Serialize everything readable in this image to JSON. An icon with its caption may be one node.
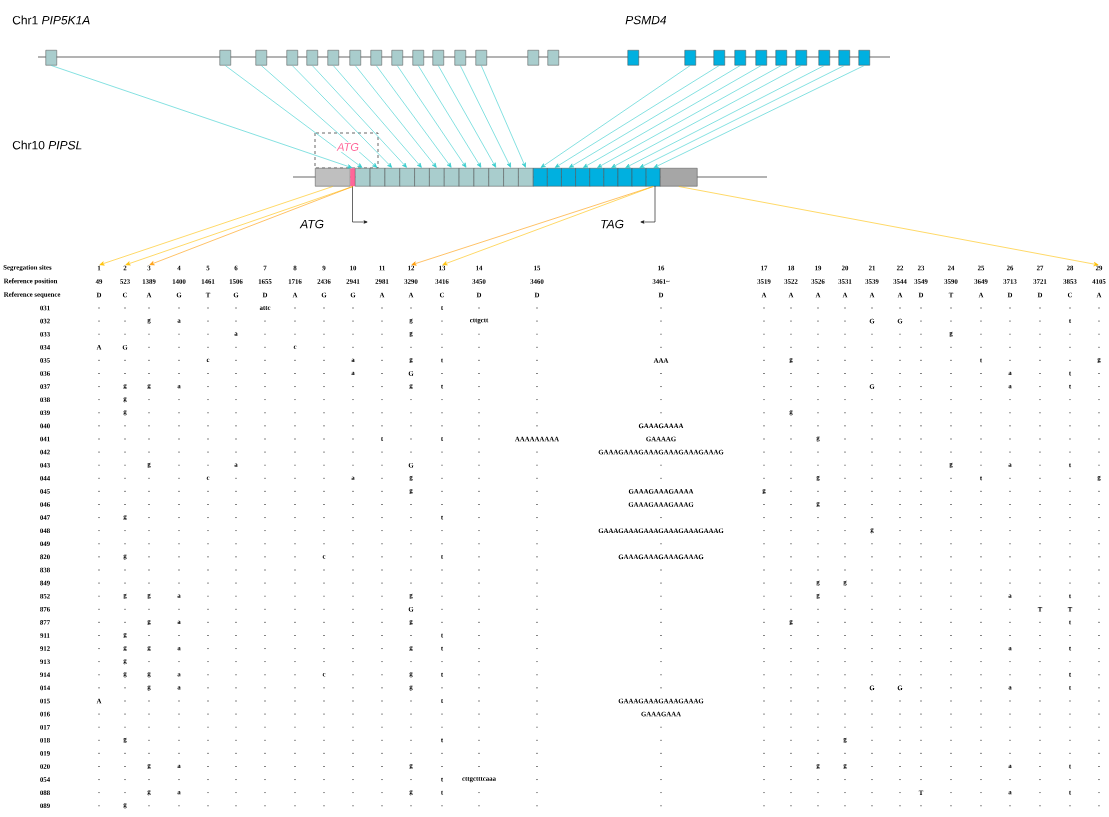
{
  "diagram": {
    "nodes": [
      {
        "text": [],
        "shape": "box"
      },
      {
        "text": [],
        "shape": "box"
      },
      {
        "text": [],
        "shape": "box"
      },
      {
        "text": [],
        "shape": "box"
      },
      {
        "text": [],
        "shape": "box"
      },
      {
        "text": [],
        "shape": "box"
      },
      {
        "text": [],
        "shape": "box"
      },
      {
        "text": [],
        "shape": "box"
      },
      {
        "text": [],
        "shape": "box"
      },
      {
        "text": [],
        "shape": "box"
      },
      {
        "text": [],
        "shape": "box"
      },
      {
        "text": [],
        "shape": "box"
      },
      {
        "text": [],
        "shape": "box"
      },
      {
        "text": [],
        "shape": "box"
      },
      {
        "text": [],
        "shape": "box"
      },
      {
        "text": [],
        "shape": "box"
      },
      {
        "text": [],
        "shape": "box"
      },
      {
        "text": [],
        "shape": "box"
      },
      {
        "text": [],
        "shape": "box"
      },
      {
        "text": [],
        "shape": "box"
      },
      {
        "text": [],
        "shape": "box"
      },
      {
        "text": [],
        "shape": "box"
      },
      {
        "text": [],
        "shape": "box"
      },
      {
        "text": [],
        "shape": "box"
      },
      {
        "text": [],
        "shape": "box"
      },
      {
        "text": [],
        "shape": "box"
      },
      {
        "text": [],
        "shape": "bar"
      },
      {
        "text": [],
        "shape": "box"
      },
      {
        "text": [],
        "shape": "box"
      },
      {
        "text": [],
        "shape": "box"
      },
      {
        "text": [],
        "shape": "box"
      },
      {
        "text": [],
        "shape": "box"
      },
      {
        "text": [],
        "shape": "box"
      },
      {
        "text": [],
        "shape": "box"
      },
      {
        "text": [],
        "shape": "box"
      },
      {
        "text": [],
        "shape": "box"
      },
      {
        "text": [],
        "shape": "box"
      },
      {
        "text": [],
        "shape": "box"
      },
      {
        "text": [],
        "shape": "box"
      },
      {
        "text": [],
        "shape": "box"
      },
      {
        "text": [],
        "shape": "box"
      },
      {
        "text": [],
        "shape": "box"
      },
      {
        "text": [],
        "shape": "box"
      },
      {
        "text": [],
        "shape": "box"
      },
      {
        "text": [],
        "shape": "box"
      },
      {
        "text": [],
        "shape": "box"
      },
      {
        "text": [],
        "shape": "box"
      },
      {
        "text": [],
        "shape": "box"
      },
      {
        "text": [],
        "shape": "box"
      },
      {
        "text": [
          "1"
        ]
      },
      {
        "text": [
          "2"
        ]
      },
      {
        "text": [
          "3"
        ]
      },
      {
        "text": [
          "4"
        ]
      },
      {
        "text": [
          "5"
        ]
      },
      {
        "text": [
          "6"
        ]
      },
      {
        "text": [
          "7"
        ]
      },
      {
        "text": [
          "8"
        ]
      },
      {
        "text": [
          "9"
        ]
      },
      {
        "text": [
          "10"
        ]
      },
      {
        "text": [
          "11"
        ]
      },
      {
        "text": [
          "12"
        ]
      },
      {
        "text": [
          "13"
        ]
      },
      {
        "text": [
          "14"
        ]
      },
      {
        "text": [
          "15"
        ]
      },
      {
        "text": [
          "16"
        ]
      },
      {
        "text": [
          "17"
        ]
      },
      {
        "text": [
          "18"
        ]
      },
      {
        "text": [
          "19"
        ]
      },
      {
        "text": [
          "20"
        ]
      },
      {
        "text": [
          "21"
        ]
      },
      {
        "text": [
          "22"
        ]
      },
      {
        "text": [
          "23"
        ]
      },
      {
        "text": [
          "24"
        ]
      },
      {
        "text": [
          "25"
        ]
      },
      {
        "text": [
          "26"
        ]
      },
      {
        "text": [
          "27"
        ]
      },
      {
        "text": [
          "28"
        ]
      },
      {
        "text": [
          "29"
        ]
      }
    ],
    "edges": [
      {
        "from": 0,
        "to": 26,
        "arrow": "to"
      },
      {
        "from": 1,
        "to": 27,
        "arrow": "to"
      },
      {
        "from": 2,
        "to": 28,
        "arrow": "to"
      },
      {
        "from": 3,
        "to": 29,
        "arrow": "to"
      },
      {
        "from": 4,
        "to": 30,
        "arrow": "to"
      },
      {
        "from": 5,
        "to": 31,
        "arrow": "to"
      },
      {
        "from": 6,
        "to": 32,
        "arrow": "to"
      },
      {
        "from": 7,
        "to": 33,
        "arrow": "to"
      },
      {
        "from": 8,
        "to": 34,
        "arrow": "to"
      },
      {
        "from": 9,
        "to": 35,
        "arrow": "to"
      },
      {
        "from": 10,
        "to": 36,
        "arrow": "to"
      },
      {
        "from": 11,
        "to": 37,
        "arrow": "to"
      },
      {
        "from": 12,
        "to": 38,
        "arrow": "to"
      },
      {
        "from": 16,
        "to": 39,
        "arrow": "to"
      },
      {
        "from": 17,
        "to": 40,
        "arrow": "to"
      },
      {
        "from": 18,
        "to": 41,
        "arrow": "to"
      },
      {
        "from": 19,
        "to": 42,
        "arrow": "to"
      },
      {
        "from": 20,
        "to": 43,
        "arrow": "to"
      },
      {
        "from": 21,
        "to": 44,
        "arrow": "to"
      },
      {
        "from": 22,
        "to": 45,
        "arrow": "to"
      },
      {
        "from": 23,
        "to": 46,
        "arrow": "to"
      },
      {
        "from": 24,
        "to": 47,
        "arrow": "to"
      },
      {
        "from": 25,
        "to": 49,
        "arrow": "to",
        "color": "#ffc000"
      },
      {
        "from": 26,
        "to": 50,
        "arrow": "to",
        "color": "#ffc000"
      },
      {
        "from": 26,
        "to": 51,
        "arrow": "to",
        "color": "#ff9900"
      },
      {
        "from": 47,
        "to": 60,
        "arrow": "to",
        "color": "#ff9900"
      },
      {
        "from": 47,
        "to": 61,
        "arrow": "to",
        "color": "#ffc000"
      },
      {
        "from": 48,
        "to": 77,
        "arrow": "to",
        "color": "#ffc000"
      }
    ],
    "labels": [
      "Chr1 *PIP5K1A*",
      "PSMD4",
      "Chr10 *PIPSL*",
      "ATG",
      "ATG",
      "TAG",
      "Segregation sites",
      "Reference position",
      "49",
      "523",
      "1389",
      "1400",
      "1461",
      "1506",
      "1655",
      "1716",
      "2436",
      "2941",
      "2981",
      "3290",
      "3416",
      "3450",
      "3460",
      "3461~",
      "3519",
      "3522",
      "3526",
      "3531",
      "3539",
      "3544",
      "3549",
      "3590",
      "3649",
      "3713",
      "3721",
      "3853",
      "4105",
      "Reference sequence",
      "D",
      "C",
      "A",
      "G",
      "T",
      "G",
      "D",
      "A",
      "G",
      "G",
      "A",
      "A",
      "C",
      "D",
      "D",
      "D",
      "A",
      "A",
      "A",
      "A",
      "A",
      "A",
      "D",
      "T",
      "A",
      "D",
      "D",
      "C",
      "A",
      "031",
      ".",
      ".",
      ".",
      ".",
      ".",
      ".",
      "attc",
      ".",
      ".",
      ".",
      ".",
      ".",
      "t",
      ".",
      ".",
      ".",
      ".",
      ".",
      ".",
      ".",
      ".",
      ".",
      ".",
      ".",
      ".",
      ".",
      ".",
      ".",
      ".",
      "032",
      ".",
      ".",
      "g",
      "a",
      ".",
      ".",
      ".",
      ".",
      ".",
      ".",
      ".",
      "g",
      ".",
      "cttgctt",
      ".",
      ".",
      ".",
      ".",
      ".",
      ".",
      "G",
      "G",
      ".",
      ".",
      ".",
      ".",
      ".",
      "t",
      ".",
      "033",
      ".",
      ".",
      ".",
      ".",
      ".",
      "a",
      ".",
      ".",
      ".",
      ".",
      ".",
      "g",
      ".",
      ".",
      ".",
      ".",
      ".",
      ".",
      ".",
      ".",
      ".",
      ".",
      ".",
      "g",
      ".",
      ".",
      ".",
      ".",
      ".",
      "034",
      "A",
      "G",
      ".",
      ".",
      ".",
      ".",
      ".",
      "c",
      ".",
      ".",
      ".",
      ".",
      ".",
      ".",
      ".",
      ".",
      ".",
      ".",
      ".",
      ".",
      ".",
      ".",
      ".",
      ".",
      ".",
      ".",
      ".",
      ".",
      ".",
      "035",
      ".",
      ".",
      ".",
      ".",
      "c",
      ".",
      ".",
      ".",
      ".",
      "a",
      ".",
      "g",
      "t",
      ".",
      ".",
      "AAA",
      ".",
      "g",
      ".",
      ".",
      ".",
      ".",
      ".",
      ".",
      "t",
      ".",
      ".",
      ".",
      "g",
      "036",
      ".",
      ".",
      ".",
      ".",
      ".",
      ".",
      ".",
      ".",
      ".",
      "a",
      ".",
      "G",
      ".",
      ".",
      ".",
      ".",
      ".",
      ".",
      ".",
      ".",
      ".",
      ".",
      ".",
      ".",
      ".",
      "a",
      ".",
      "t",
      ".",
      "037",
      ".",
      "g",
      "g",
      "a",
      ".",
      ".",
      ".",
      ".",
      ".",
      ".",
      ".",
      "g",
      "t",
      ".",
      ".",
      ".",
      ".",
      ".",
      ".",
      ".",
      "G",
      ".",
      ".",
      ".",
      ".",
      "a",
      ".",
      "t",
      ".",
      "038",
      ".",
      "g",
      ".",
      ".",
      ".",
      ".",
      ".",
      ".",
      ".",
      ".",
      ".",
      ".",
      ".",
      ".",
      ".",
      ".",
      ".",
      ".",
      ".",
      ".",
      ".",
      ".",
      ".",
      ".",
      ".",
      ".",
      ".",
      ".",
      ".",
      "039",
      ".",
      "g",
      ".",
      ".",
      ".",
      ".",
      ".",
      ".",
      ".",
      ".",
      ".",
      ".",
      ".",
      ".",
      ".",
      ".",
      ".",
      "g",
      ".",
      ".",
      ".",
      ".",
      ".",
      ".",
      ".",
      ".",
      ".",
      ".",
      ".",
      "040",
      ".",
      ".",
      ".",
      ".",
      ".",
      ".",
      ".",
      ".",
      ".",
      ".",
      ".",
      ".",
      ".",
      ".",
      ".",
      "GAAAGAAAA",
      ".",
      ".",
      ".",
      ".",
      ".",
      ".",
      ".",
      ".",
      ".",
      ".",
      ".",
      ".",
      ".",
      "041",
      ".",
      ".",
      ".",
      ".",
      ".",
      ".",
      ".",
      ".",
      ".",
      ".",
      "t",
      ".",
      "t",
      ".",
      "AAAAAAAAA",
      "GAAAAG",
      ".",
      ".",
      "g",
      ".",
      ".",
      ".",
      ".",
      ".",
      ".",
      ".",
      ".",
      ".",
      ".",
      "042",
      ".",
      ".",
      ".",
      ".",
      ".",
      ".",
      ".",
      ".",
      ".",
      ".",
      ".",
      ".",
      ".",
      ".",
      ".",
      "GAAAGAAAGAAAGAAAGAAAGAAAG",
      ".",
      ".",
      ".",
      ".",
      ".",
      ".",
      ".",
      ".",
      ".",
      ".",
      ".",
      ".",
      ".",
      "043",
      ".",
      ".",
      "g",
      ".",
      ".",
      "a",
      ".",
      ".",
      ".",
      ".",
      ".",
      "G",
      ".",
      ".",
      ".",
      ".",
      ".",
      ".",
      ".",
      ".",
      ".",
      ".",
      ".",
      "g",
      ".",
      "a",
      ".",
      "t",
      ".",
      "044",
      ".",
      ".",
      ".",
      ".",
      "c",
      ".",
      ".",
      ".",
      ".",
      "a",
      ".",
      "g",
      ".",
      ".",
      ".",
      ".",
      ".",
      ".",
      "g",
      ".",
      ".",
      ".",
      ".",
      ".",
      "t",
      ".",
      ".",
      ".",
      "g",
      "045",
      ".",
      ".",
      ".",
      ".",
      ".",
      ".",
      ".",
      ".",
      ".",
      ".",
      ".",
      "g",
      ".",
      ".",
      ".",
      "GAAAGAAAGAAAA",
      "g",
      ".",
      ".",
      ".",
      ".",
      ".",
      ".",
      ".",
      ".",
      ".",
      ".",
      ".",
      ".",
      "046",
      ".",
      ".",
      ".",
      ".",
      ".",
      ".",
      ".",
      ".",
      ".",
      ".",
      ".",
      ".",
      ".",
      ".",
      ".",
      "GAAAGAAAGAAAG",
      ".",
      ".",
      "g",
      ".",
      ".",
      ".",
      ".",
      ".",
      ".",
      ".",
      ".",
      ".",
      ".",
      "047",
      ".",
      "g",
      ".",
      ".",
      ".",
      ".",
      ".",
      ".",
      ".",
      ".",
      ".",
      ".",
      "t",
      ".",
      ".",
      ".",
      ".",
      ".",
      ".",
      ".",
      ".",
      ".",
      ".",
      ".",
      ".",
      ".",
      ".",
      ".",
      ".",
      "048",
      ".",
      ".",
      ".",
      ".",
      ".",
      ".",
      ".",
      ".",
      ".",
      ".",
      ".",
      ".",
      ".",
      ".",
      ".",
      "GAAAGAAAGAAAGAAAGAAAGAAAG",
      ".",
      ".",
      ".",
      ".",
      "g",
      ".",
      ".",
      ".",
      ".",
      ".",
      ".",
      ".",
      ".",
      "049",
      ".",
      ".",
      ".",
      ".",
      ".",
      ".",
      ".",
      ".",
      ".",
      ".",
      ".",
      ".",
      ".",
      ".",
      ".",
      ".",
      ".",
      ".",
      ".",
      ".",
      ".",
      ".",
      ".",
      ".",
      ".",
      ".",
      ".",
      ".",
      ".",
      "820",
      ".",
      "g",
      ".",
      ".",
      ".",
      ".",
      ".",
      ".",
      "c",
      ".",
      ".",
      ".",
      "t",
      ".",
      ".",
      "GAAAGAAAGAAAGAAAG",
      ".",
      ".",
      ".",
      ".",
      ".",
      ".",
      ".",
      ".",
      ".",
      ".",
      ".",
      ".",
      ".",
      "838",
      ".",
      ".",
      ".",
      ".",
      ".",
      ".",
      ".",
      ".",
      ".",
      ".",
      ".",
      ".",
      ".",
      ".",
      ".",
      ".",
      ".",
      ".",
      ".",
      ".",
      ".",
      ".",
      ".",
      ".",
      ".",
      ".",
      ".",
      ".",
      ".",
      "849",
      ".",
      ".",
      ".",
      ".",
      ".",
      ".",
      ".",
      ".",
      ".",
      ".",
      ".",
      ".",
      ".",
      ".",
      ".",
      ".",
      ".",
      ".",
      "g",
      "g",
      ".",
      ".",
      ".",
      ".",
      ".",
      ".",
      ".",
      ".",
      ".",
      "852",
      ".",
      "g",
      "g",
      "a",
      ".",
      ".",
      ".",
      ".",
      ".",
      ".",
      ".",
      "g",
      ".",
      ".",
      ".",
      ".",
      ".",
      ".",
      "g",
      ".",
      ".",
      ".",
      ".",
      ".",
      ".",
      "a",
      ".",
      "t",
      ".",
      "876",
      ".",
      ".",
      ".",
      ".",
      ".",
      ".",
      ".",
      ".",
      ".",
      ".",
      ".",
      "G",
      ".",
      ".",
      ".",
      ".",
      ".",
      ".",
      ".",
      ".",
      ".",
      ".",
      ".",
      ".",
      ".",
      ".",
      "T",
      "T",
      ".",
      "877",
      ".",
      ".",
      "g",
      "a",
      ".",
      ".",
      ".",
      ".",
      ".",
      ".",
      ".",
      "g",
      ".",
      ".",
      ".",
      ".",
      ".",
      "g",
      ".",
      ".",
      ".",
      ".",
      ".",
      ".",
      ".",
      ".",
      ".",
      "t",
      ".",
      "911",
      ".",
      "g",
      ".",
      ".",
      ".",
      ".",
      ".",
      ".",
      ".",
      ".",
      ".",
      ".",
      "t",
      ".",
      ".",
      ".",
      ".",
      ".",
      ".",
      ".",
      ".",
      ".",
      ".",
      ".",
      ".",
      ".",
      ".",
      ".",
      ".",
      "912",
      ".",
      "g",
      "g",
      "a",
      ".",
      ".",
      ".",
      ".",
      ".",
      ".",
      ".",
      "g",
      "t",
      ".",
      ".",
      ".",
      ".",
      ".",
      ".",
      ".",
      ".",
      ".",
      ".",
      ".",
      ".",
      "a",
      ".",
      "t",
      ".",
      "913",
      ".",
      "g",
      ".",
      ".",
      ".",
      ".",
      ".",
      ".",
      ".",
      ".",
      ".",
      ".",
      ".",
      ".",
      ".",
      ".",
      ".",
      ".",
      ".",
      ".",
      ".",
      ".",
      ".",
      ".",
      ".",
      ".",
      ".",
      ".",
      ".",
      "914",
      ".",
      "g",
      "g",
      "a",
      ".",
      ".",
      ".",
      ".",
      "c",
      ".",
      ".",
      "g",
      "t",
      ".",
      ".",
      ".",
      ".",
      ".",
      ".",
      ".",
      ".",
      ".",
      ".",
      ".",
      ".",
      ".",
      ".",
      "t",
      ".",
      "014",
      ".",
      ".",
      "g",
      "a",
      ".",
      ".",
      ".",
      ".",
      ".",
      ".",
      ".",
      "g",
      ".",
      ".",
      ".",
      ".",
      ".",
      ".",
      ".",
      ".",
      "G",
      "G",
      ".",
      ".",
      ".",
      "a",
      ".",
      "t",
      ".",
      "015",
      "A",
      ".",
      ".",
      ".",
      ".",
      ".",
      ".",
      ".",
      ".",
      ".",
      ".",
      ".",
      "t",
      ".",
      ".",
      "GAAAGAAAGAAAGAAAG",
      ".",
      ".",
      ".",
      ".",
      ".",
      ".",
      ".",
      ".",
      ".",
      ".",
      ".",
      ".",
      ".",
      "016",
      ".",
      ".",
      ".",
      ".",
      ".",
      ".",
      ".",
      ".",
      ".",
      ".",
      ".",
      ".",
      ".",
      ".",
      ".",
      "GAAAGAAA",
      ".",
      ".",
      ".",
      ".",
      ".",
      ".",
      ".",
      ".",
      ".",
      ".",
      ".",
      ".",
      ".",
      "017",
      ".",
      ".",
      ".",
      ".",
      ".",
      ".",
      ".",
      ".",
      ".",
      ".",
      ".",
      ".",
      ".",
      ".",
      ".",
      ".",
      ".",
      ".",
      ".",
      ".",
      ".",
      ".",
      ".",
      ".",
      ".",
      ".",
      ".",
      ".",
      ".",
      "018",
      ".",
      "g",
      ".",
      ".",
      ".",
      ".",
      ".",
      ".",
      ".",
      ".",
      ".",
      ".",
      "t",
      ".",
      ".",
      ".",
      ".",
      ".",
      ".",
      "g",
      ".",
      ".",
      ".",
      ".",
      ".",
      ".",
      ".",
      ".",
      ".",
      "019",
      ".",
      ".",
      ".",
      ".",
      ".",
      ".",
      ".",
      ".",
      ".",
      ".",
      ".",
      ".",
      ".",
      ".",
      ".",
      ".",
      ".",
      ".",
      ".",
      ".",
      ".",
      ".",
      ".",
      ".",
      ".",
      ".",
      ".",
      ".",
      ".",
      "020",
      ".",
      ".",
      "g",
      "a",
      ".",
      ".",
      ".",
      ".",
      ".",
      ".",
      ".",
      "g",
      ".",
      ".",
      ".",
      ".",
      ".",
      ".",
      "g",
      "g",
      ".",
      ".",
      ".",
      ".",
      ".",
      "a",
      ".",
      "t",
      ".",
      "054",
      ".",
      ".",
      ".",
      ".",
      ".",
      ".",
      ".",
      ".",
      ".",
      ".",
      ".",
      ".",
      "t",
      "cttgctttcaaa",
      ".",
      ".",
      ".",
      ".",
      ".",
      ".",
      ".",
      ".",
      ".",
      ".",
      ".",
      ".",
      ".",
      ".",
      ".",
      "088",
      ".",
      ".",
      "g",
      "a",
      ".",
      ".",
      ".",
      ".",
      ".",
      ".",
      ".",
      "g",
      "t",
      ".",
      ".",
      ".",
      ".",
      ".",
      ".",
      ".",
      ".",
      ".",
      "T",
      ".",
      ".",
      "a",
      ".",
      "t",
      ".",
      "089",
      ".",
      "g",
      ".",
      ".",
      ".",
      ".",
      ".",
      ".",
      ".",
      ".",
      ".",
      ".",
      ".",
      ".",
      ".",
      ".",
      ".",
      ".",
      ".",
      ".",
      ".",
      ".",
      ".",
      ".",
      ".",
      ".",
      ".",
      ".",
      "."
    ]
  }
}
